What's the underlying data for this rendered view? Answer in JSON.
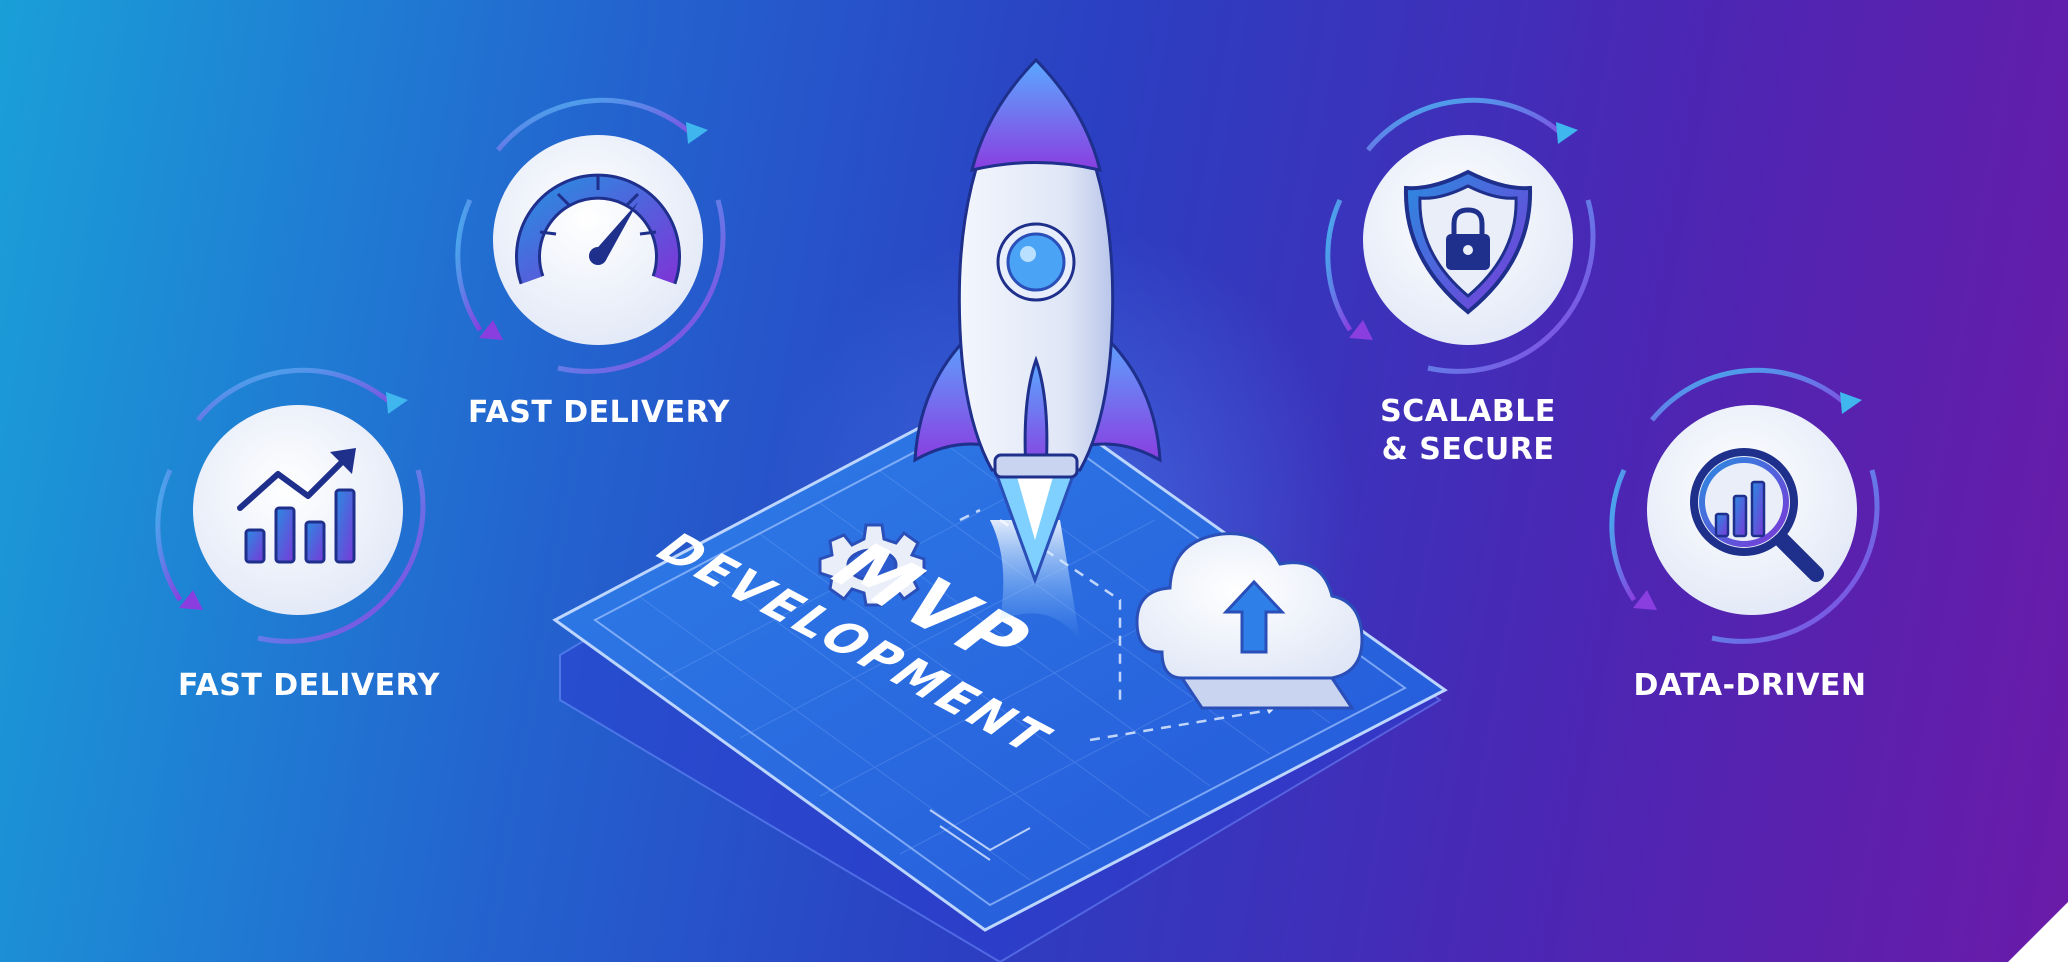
{
  "features": [
    {
      "label": "FAST DELIVERY",
      "icon": "growth-chart-icon"
    },
    {
      "label": "FAST DELIVERY",
      "icon": "speedometer-icon"
    },
    {
      "label": "SCALABLE",
      "label_line2": "& SECURE",
      "icon": "shield-lock-icon"
    },
    {
      "label": "DATA-DRIVEN",
      "icon": "magnifier-chart-icon"
    }
  ],
  "board": {
    "title": "MVP",
    "subtitle": "DEVELOPMENT"
  },
  "colors": {
    "bg_left": "#1a9fd8",
    "bg_mid": "#2b3fc2",
    "bg_right": "#6a1ba8",
    "icon_blue": "#2f8fe0",
    "icon_purple": "#7a3ad6",
    "circle_fill": "#f2f5fc"
  }
}
